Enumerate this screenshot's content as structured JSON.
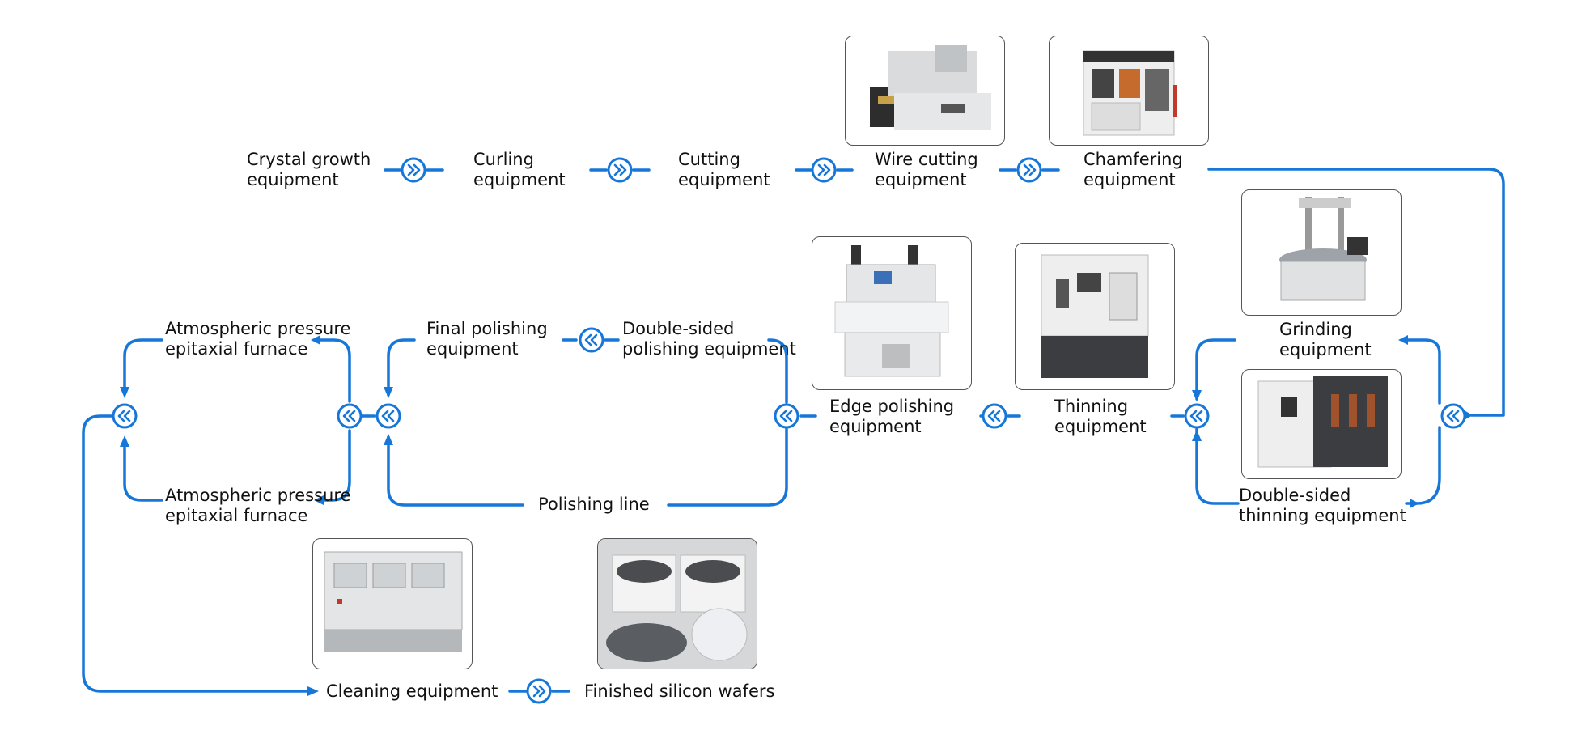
{
  "colors": {
    "flow": "#1677d9",
    "text": "#111111",
    "frame": "#555555"
  },
  "stages": {
    "crystal_growth": [
      "Crystal growth",
      "equipment"
    ],
    "curling": [
      "Curling",
      "equipment"
    ],
    "cutting": [
      "Cutting",
      "equipment"
    ],
    "wire_cutting": [
      "Wire cutting",
      "equipment"
    ],
    "chamfering": [
      "Chamfering",
      "equipment"
    ],
    "grinding": [
      "Grinding",
      "equipment"
    ],
    "double_sided_thinning": [
      "Double-sided",
      "thinning equipment"
    ],
    "thinning": [
      "Thinning",
      "equipment"
    ],
    "edge_polishing": [
      "Edge polishing",
      "equipment"
    ],
    "double_sided_polishing": [
      "Double-sided",
      "polishing equipment"
    ],
    "final_polishing": [
      "Final polishing",
      "equipment"
    ],
    "polishing_line": "Polishing line",
    "epitaxial_top": [
      "Atmospheric pressure",
      "epitaxial furnace"
    ],
    "epitaxial_bottom": [
      "Atmospheric pressure",
      "epitaxial furnace"
    ],
    "cleaning": "Cleaning equipment",
    "finished": "Finished silicon wafers"
  },
  "icons": {
    "forward": "double-chevron-right-icon",
    "backward": "double-chevron-left-icon"
  }
}
